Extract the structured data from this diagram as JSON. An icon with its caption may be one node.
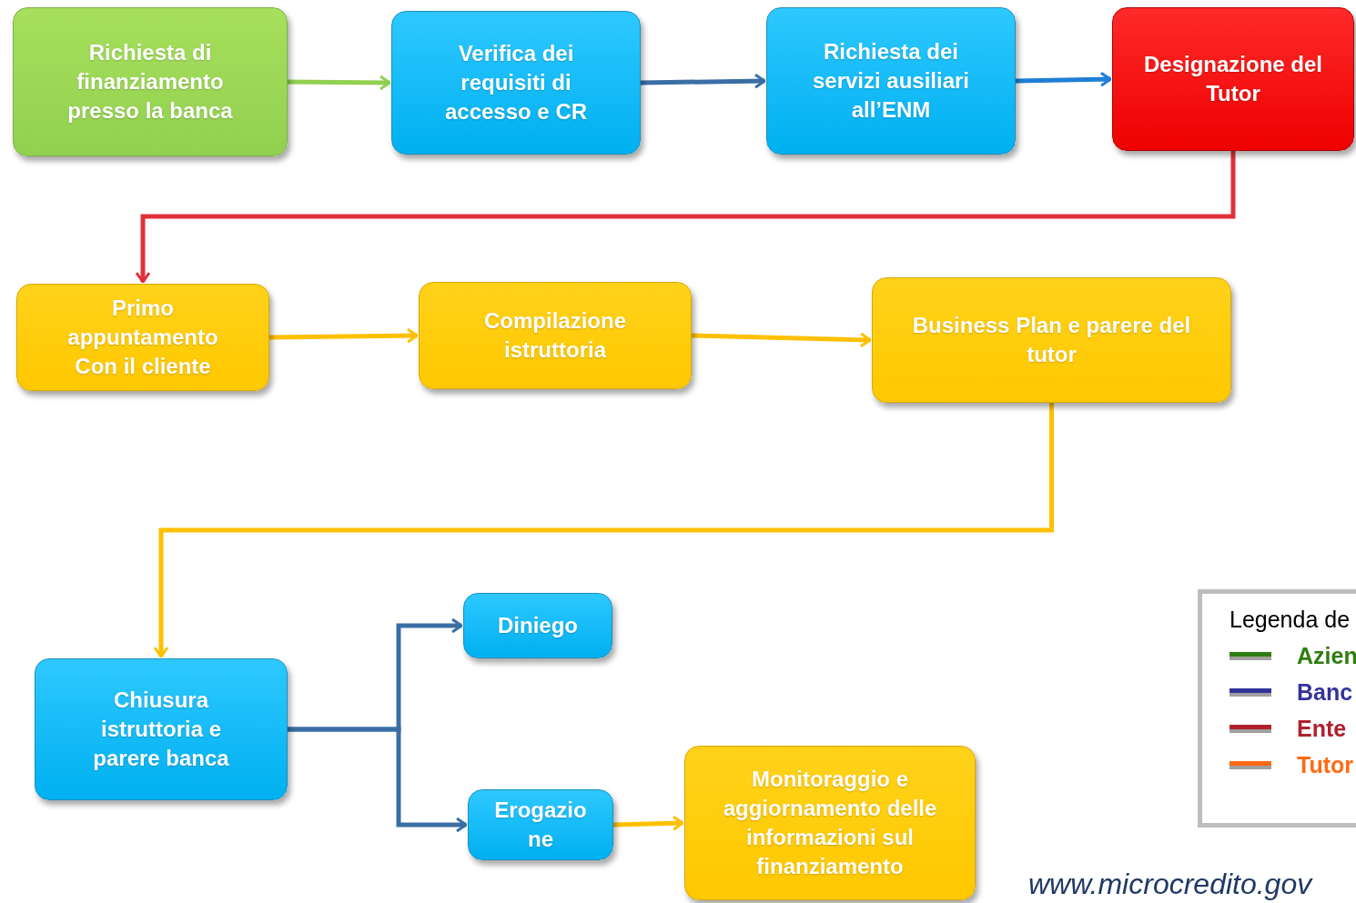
{
  "diagram": {
    "nodes": [
      {
        "text": [
          "Richiesta di finanziamento presso la banca"
        ]
      },
      {
        "text": [
          "Verifica dei requisiti di accesso e CR"
        ]
      },
      {
        "text": [
          "Richiesta dei servizi ausiliari all’ENM"
        ]
      },
      {
        "text": [
          "Designazione del Tutor"
        ]
      },
      {
        "text": [
          "Primo appuntamento Con il cliente"
        ]
      },
      {
        "text": [
          "Compilazione istruttoria"
        ]
      },
      {
        "text": [
          "Business Plan e parere del tutor"
        ]
      },
      {
        "text": [
          "Chiusura istruttoria e parere banca"
        ]
      },
      {
        "text": [
          "Diniego"
        ]
      },
      {
        "text": [
          "Erogazione"
        ]
      },
      {
        "text": [
          "Monitoraggio e aggiornamento delle informazioni sul finanziamento"
        ]
      }
    ],
    "edges": [
      {
        "from": 0,
        "to": 1,
        "arrow": "to",
        "color": "#92d050"
      },
      {
        "from": 1,
        "to": 2,
        "arrow": "to",
        "color": "#3a6ea5"
      },
      {
        "from": 2,
        "to": 3,
        "arrow": "to",
        "color": "#1f7fd6"
      },
      {
        "from": 3,
        "to": 4,
        "arrow": "to",
        "color": "#e0303a"
      },
      {
        "from": 4,
        "to": 5,
        "arrow": "to",
        "color": "#ffc000"
      },
      {
        "from": 5,
        "to": 6,
        "arrow": "to",
        "color": "#ffc000"
      },
      {
        "from": 6,
        "to": 7,
        "arrow": "to",
        "color": "#ffc000"
      },
      {
        "from": 7,
        "to": 8,
        "arrow": "to",
        "color": "#3a6ea5"
      },
      {
        "from": 7,
        "to": 9,
        "arrow": "to",
        "color": "#3a6ea5"
      },
      {
        "from": 9,
        "to": 10,
        "arrow": "to",
        "color": "#ffc000"
      }
    ],
    "labels": [
      "www.microcredito.gov"
    ],
    "legend": [
      {
        "text": "Legenda de"
      },
      {
        "text": "Azien",
        "color": "#2e7d10"
      },
      {
        "text": "Banc",
        "color": "#333399"
      },
      {
        "text": "Ente",
        "color": "#b0202e"
      },
      {
        "text": "Tutor",
        "color": "#ff6a10"
      }
    ]
  }
}
